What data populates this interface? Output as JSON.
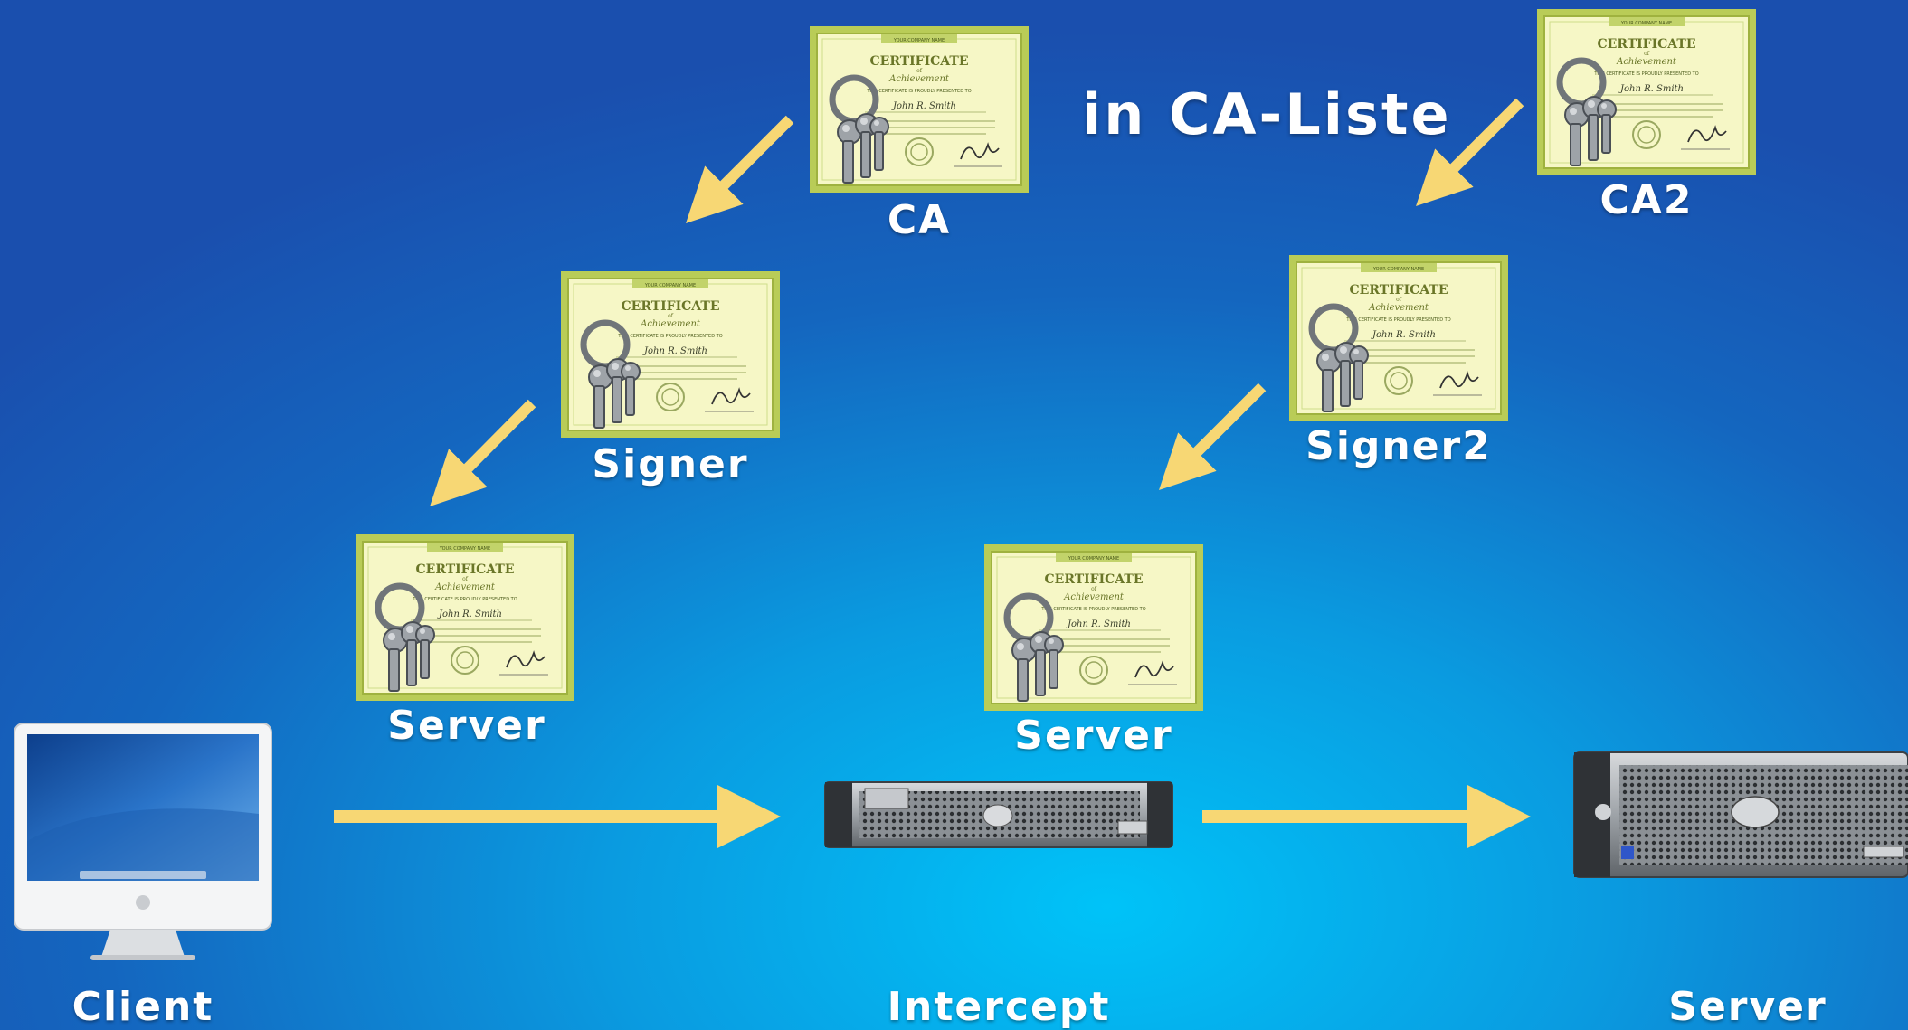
{
  "title": "in CA-Liste",
  "certificates": [
    {
      "id": "ca",
      "label": "CA"
    },
    {
      "id": "ca2",
      "label": "CA2"
    },
    {
      "id": "signer",
      "label": "Signer"
    },
    {
      "id": "signer2",
      "label": "Signer2"
    },
    {
      "id": "server-cert-left",
      "label": "Server"
    },
    {
      "id": "server-cert-right",
      "label": "Server"
    }
  ],
  "certificate_text": {
    "header": "YOUR COMPANY NAME",
    "title": "CERTIFICATE",
    "of": "of",
    "subtitle": "Achievement",
    "presented": "THIS CERTIFICATE IS PROUDLY PRESENTED TO",
    "name": "John R. Smith"
  },
  "nodes": [
    {
      "id": "client",
      "label": "Client"
    },
    {
      "id": "intercept",
      "label": "Intercept"
    },
    {
      "id": "server",
      "label": "Server"
    }
  ],
  "colors": {
    "arrow": "#f7d774",
    "certificate_fill": "#f6f7c6",
    "certificate_border": "#b9cc57"
  }
}
